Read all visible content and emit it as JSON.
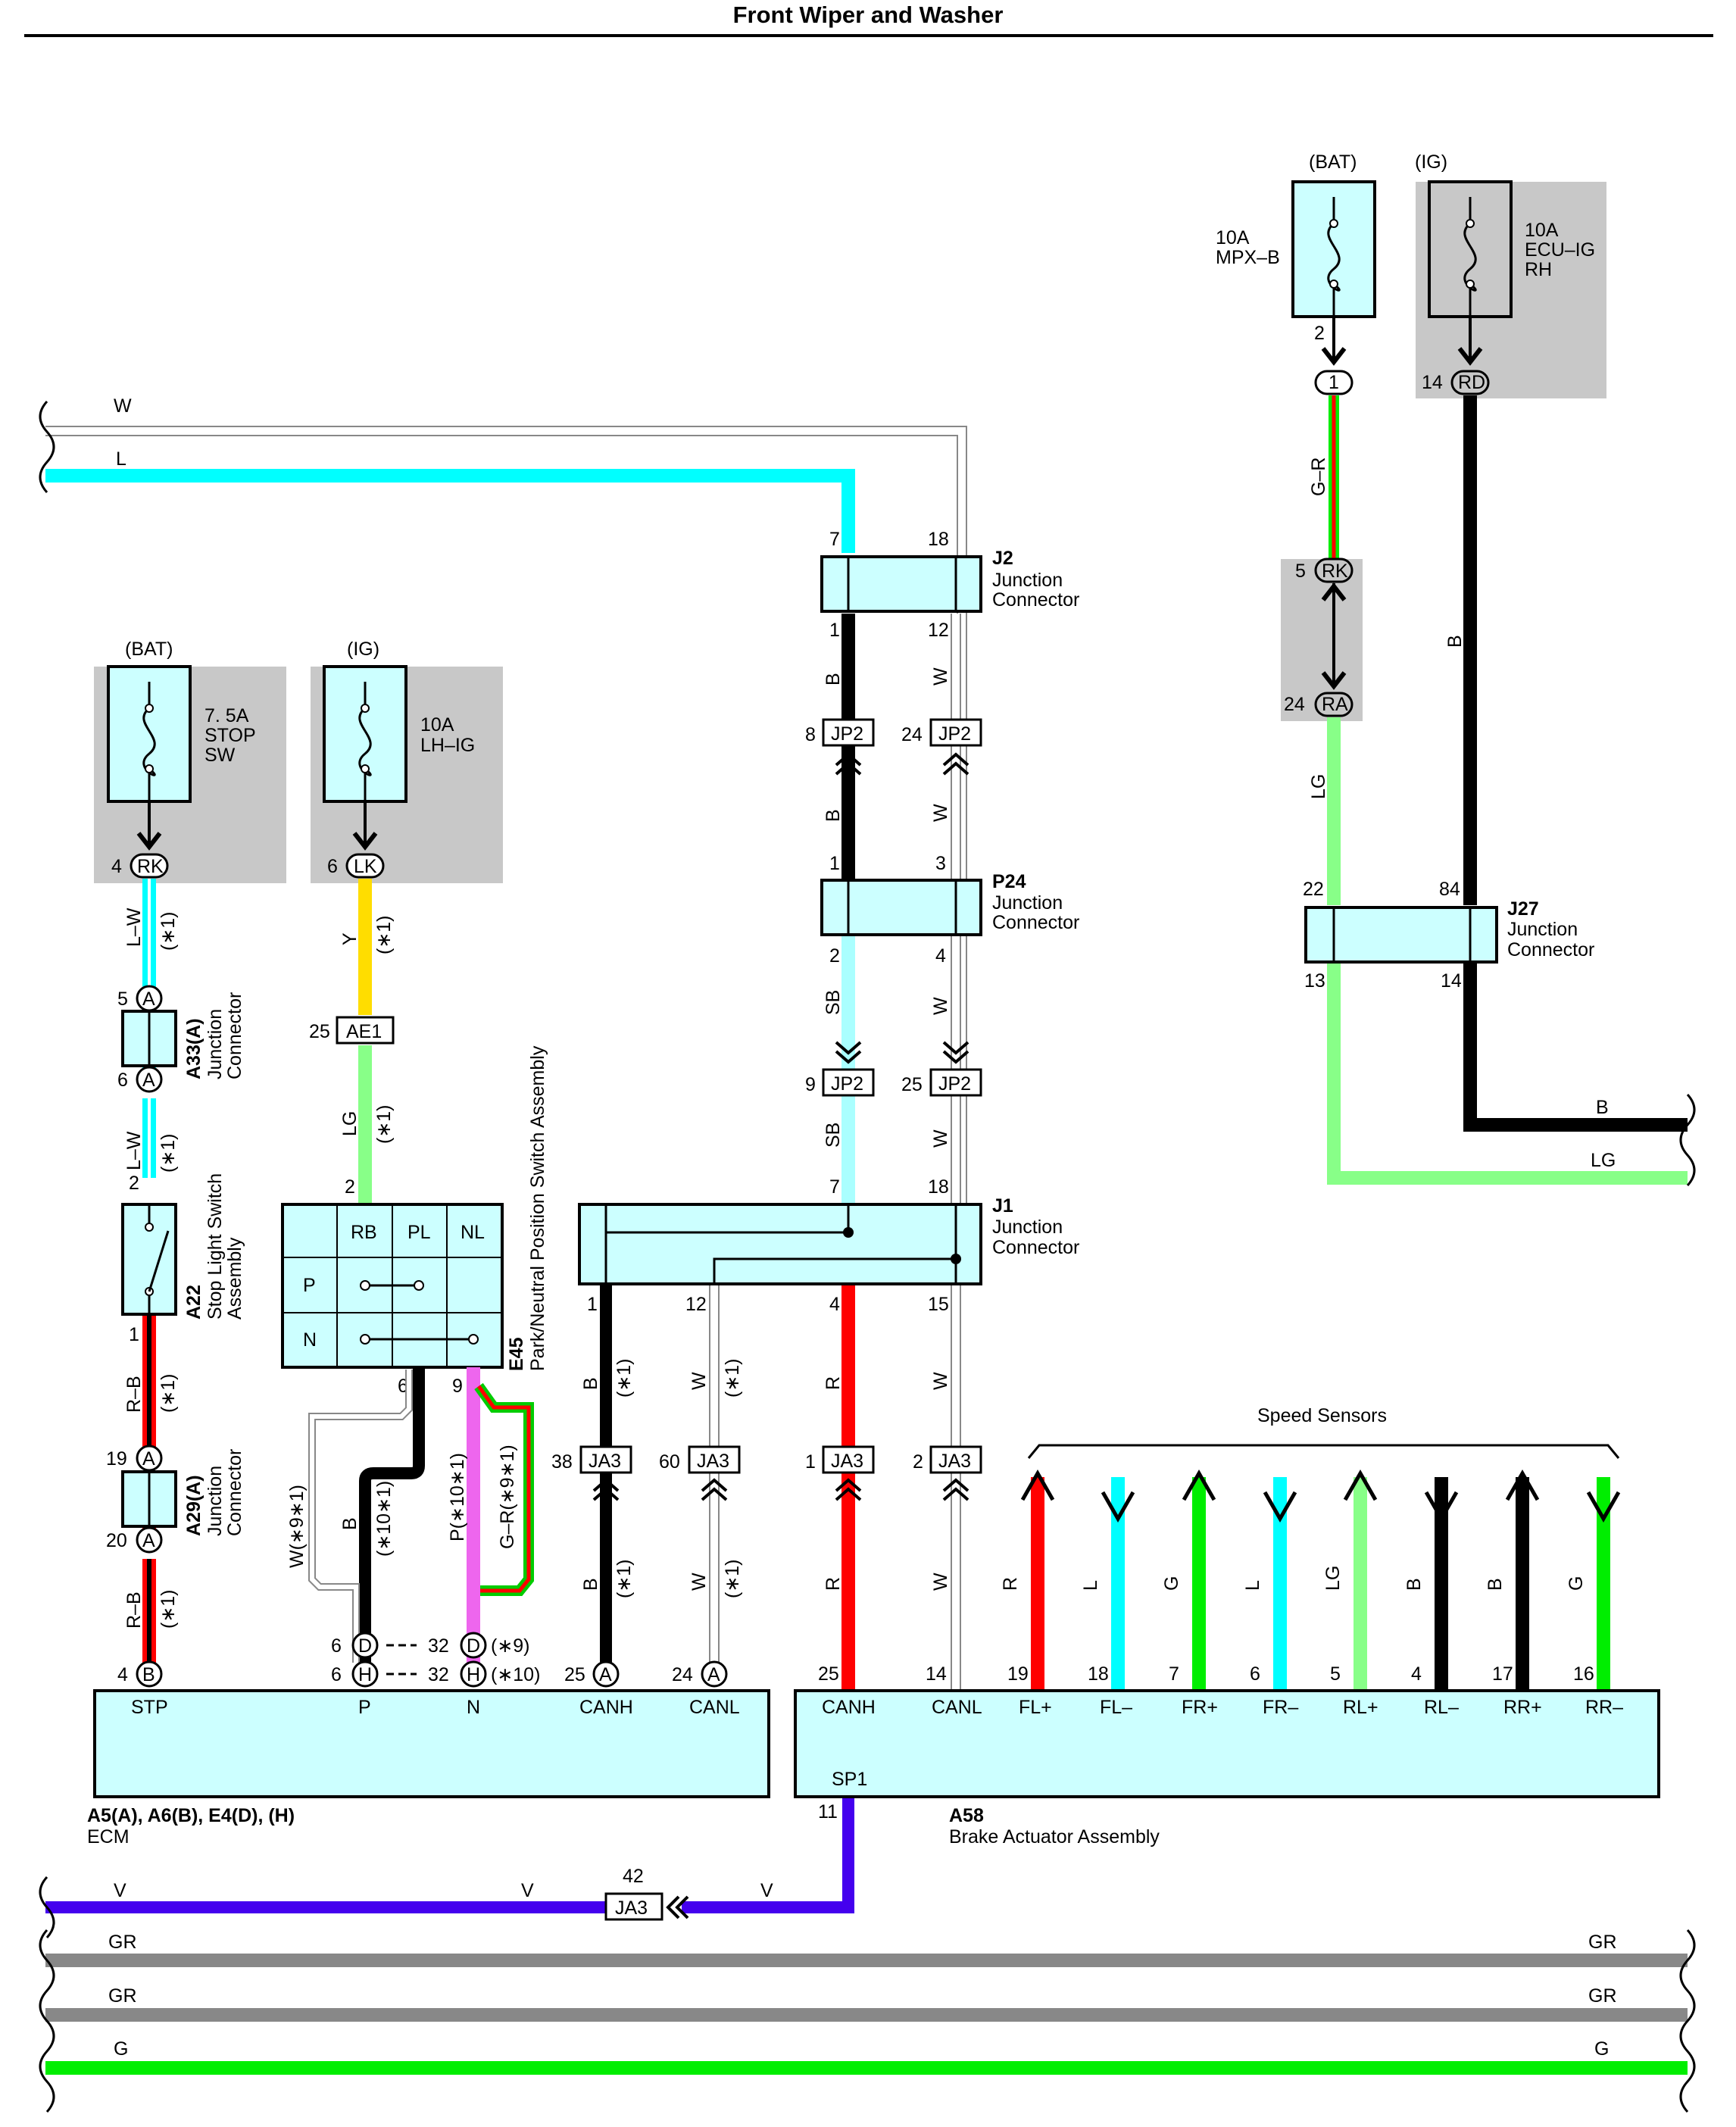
{
  "title": "Front Wiper and Washer",
  "colors": {
    "L": "#00ffff",
    "W": "#ffffff",
    "B": "#000000",
    "SB": "#aaffff",
    "R": "#ff0000",
    "LG": "#88ff88",
    "Y": "#ffdd00",
    "G": "#00ee00",
    "GR": "#888888",
    "V": "#4400ee",
    "P": "#ee66ee",
    "box": "#ccffff",
    "gray": "#c8c8c8"
  },
  "wires": {
    "W": "W",
    "L": "L",
    "B": "B",
    "LG": "LG",
    "V": "V",
    "GR": "GR",
    "G": "G",
    "GmR": "G–R",
    "SB": "SB",
    "R": "R",
    "LmW": "L–W",
    "RmB": "R–B",
    "Y": "Y",
    "Wx": "W(∗9∗1)",
    "Px": "P(∗10∗1)",
    "GRx": "G–R(∗9∗1)"
  },
  "notes": {
    "n1": "(∗1)",
    "n101": "(∗10∗1)",
    "n9": "(∗9)",
    "n10": "(∗10)"
  },
  "sources": {
    "bat": "(BAT)",
    "ig": "(IG)"
  },
  "fuses": {
    "stop": [
      "7. 5A",
      "STOP",
      "SW"
    ],
    "lhig": [
      "10A",
      "LH–IG"
    ],
    "mpxb": [
      "10A",
      "MPX–B"
    ],
    "ecuig": [
      "10A",
      "ECU–IG",
      "RH"
    ]
  },
  "connectors": {
    "RK": "RK",
    "LK": "LK",
    "RD": "RD",
    "RA": "RA",
    "A": "A",
    "B": "B",
    "D": "D",
    "H": "H",
    "AE1": "AE1",
    "JP2": "JP2",
    "JA3": "JA3",
    "one": "1"
  },
  "components": {
    "j2": {
      "id": "J2",
      "name": [
        "Junction",
        "Connector"
      ]
    },
    "p24": {
      "id": "P24",
      "name": [
        "Junction",
        "Connector"
      ]
    },
    "j1": {
      "id": "J1",
      "name": [
        "Junction",
        "Connector"
      ]
    },
    "j27": {
      "id": "J27",
      "name": [
        "Junction",
        "Connector"
      ]
    },
    "a33": {
      "id": "A33(A)",
      "name": [
        "Junction",
        "Connector"
      ]
    },
    "a29": {
      "id": "A29(A)",
      "name": [
        "Junction",
        "Connector"
      ]
    },
    "a22": {
      "id": "A22",
      "name": [
        "Stop Light Switch",
        "Assembly"
      ]
    },
    "e45": {
      "id": "E45",
      "name": "Park/Neutral Position Switch Assembly"
    },
    "ecm": {
      "id": "A5(A), A6(B), E4(D), (H)",
      "name": "ECM"
    },
    "a58": {
      "id": "A58",
      "name": "Brake Actuator Assembly"
    }
  },
  "pnp": {
    "cols": [
      "RB",
      "PL",
      "NL"
    ],
    "rows": [
      "P",
      "N"
    ]
  },
  "ecm_pins": [
    "STP",
    "P",
    "N",
    "CANH",
    "CANL"
  ],
  "a58_pins": [
    "CANH",
    "CANL",
    "FL+",
    "FL–",
    "FR+",
    "FR–",
    "RL+",
    "RL–",
    "RR+",
    "RR–",
    "SP1"
  ],
  "speed_sensors": "Speed Sensors",
  "sensor_wires": [
    "R",
    "L",
    "G",
    "L",
    "LG",
    "B",
    "B",
    "G"
  ],
  "sensor_pins": [
    "19",
    "18",
    "7",
    "6",
    "5",
    "4",
    "17",
    "16"
  ],
  "pins": {
    "p1": "1",
    "p2": "2",
    "p3": "3",
    "p4": "4",
    "p5": "5",
    "p6": "6",
    "p7": "7",
    "p8": "8",
    "p9": "9",
    "p11": "11",
    "p12": "12",
    "p13": "13",
    "p14": "14",
    "p15": "15",
    "p18": "18",
    "p19": "19",
    "p20": "20",
    "p22": "22",
    "p24": "24",
    "p25": "25",
    "p32": "32",
    "p38": "38",
    "p42": "42",
    "p60": "60",
    "p84": "84"
  }
}
